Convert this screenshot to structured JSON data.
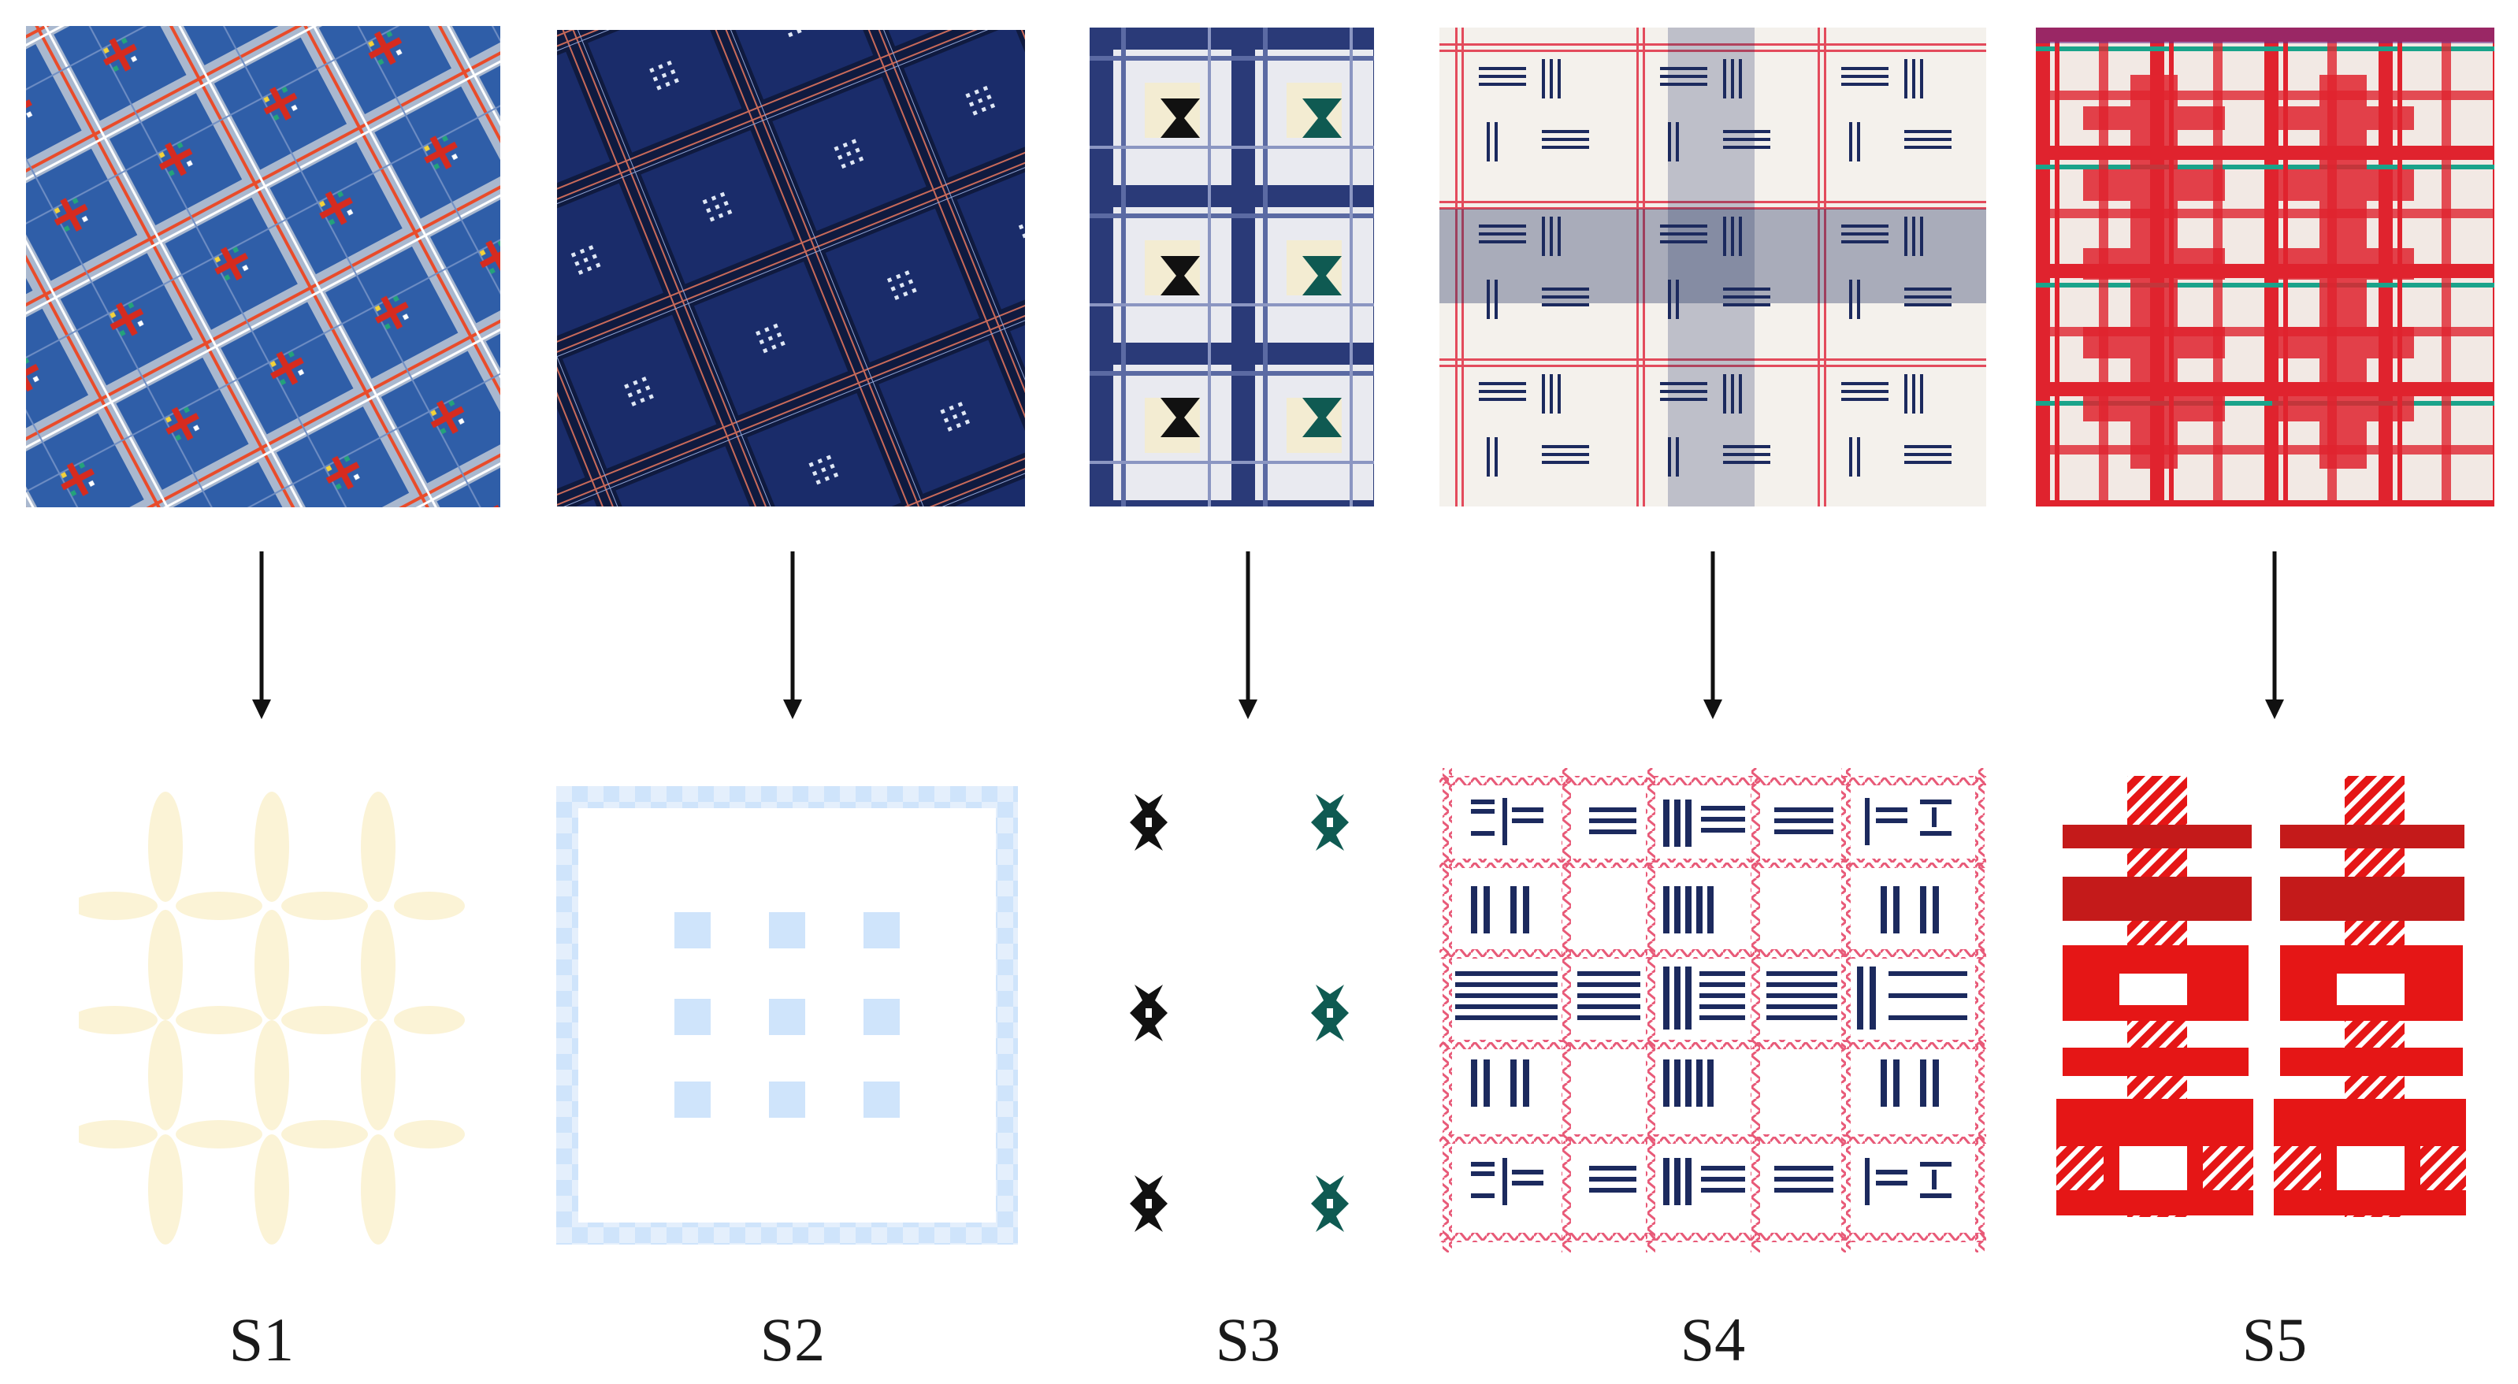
{
  "panels": [
    {
      "label": "S1",
      "photo": "blue-plaid-fabric-with-multicolor-embroidered-stars",
      "motif": "cream-petal-lattice"
    },
    {
      "label": "S2",
      "photo": "dark-navy-plaid-fabric-with-white-dot-clusters",
      "motif": "light-blue-checkered-frame-with-dot-grid"
    },
    {
      "label": "S3",
      "photo": "navy-white-check-fabric-with-black-and-teal-motifs",
      "motif": "black-and-teal-cross-motifs"
    },
    {
      "label": "S4",
      "photo": "white-fabric-with-red-grid-and-navy-weave-blocks",
      "motif": "navy-weave-blocks-on-zigzag-grid"
    },
    {
      "label": "S5",
      "photo": "red-white-plaid-fabric-with-double-happiness",
      "motif": "red-double-happiness-symbols"
    }
  ],
  "colors": {
    "cream": "#fbf3d6",
    "light_blue": "#cfe4fb",
    "navy": "#1c2a5e",
    "teal": "#0f5a52",
    "pink_red": "#e85a78",
    "red": "#e51616",
    "dark_red": "#c41a1a"
  }
}
